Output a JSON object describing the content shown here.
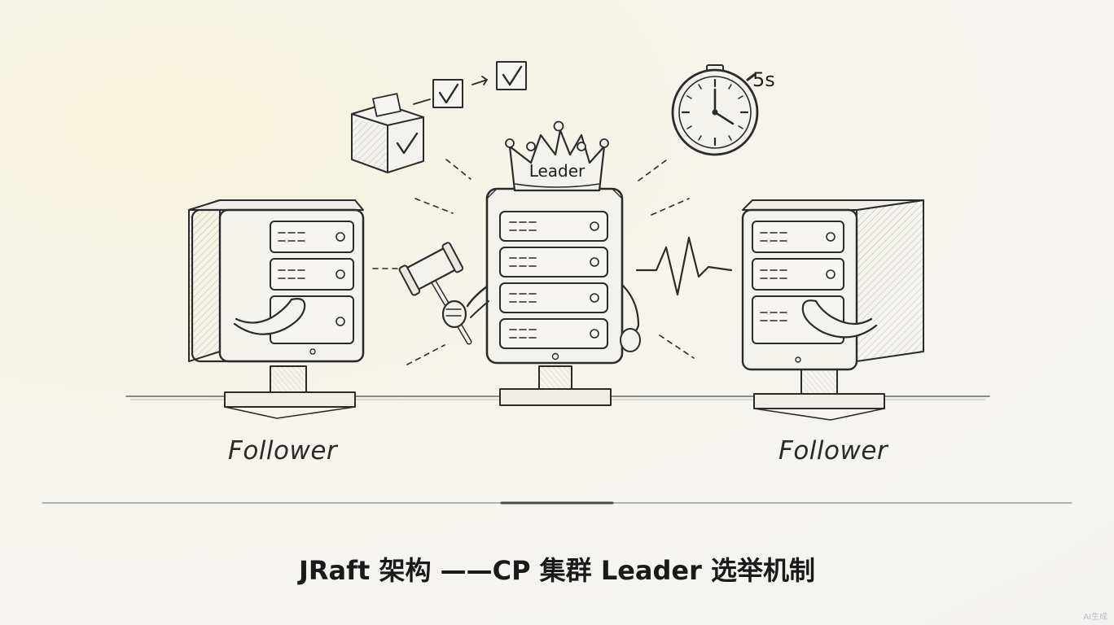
{
  "diagram": {
    "leader_crown_label": "Leader",
    "timer_label": "5s",
    "follower_left_label": "Follower",
    "follower_right_label": "Follower",
    "caption": "JRaft 架构 ——CP 集群 Leader 选举机制",
    "watermark": "AI生成"
  },
  "colors": {
    "ink": "#2b2b2b",
    "background": "#f5f4f0",
    "divider": "#8a8a8a",
    "divider_accent": "#4a4a4a"
  },
  "icons": [
    "ballot-box-icon",
    "checkbox-icon",
    "stopwatch-icon",
    "crown-icon",
    "gavel-icon",
    "heartbeat-icon",
    "server-icon"
  ]
}
